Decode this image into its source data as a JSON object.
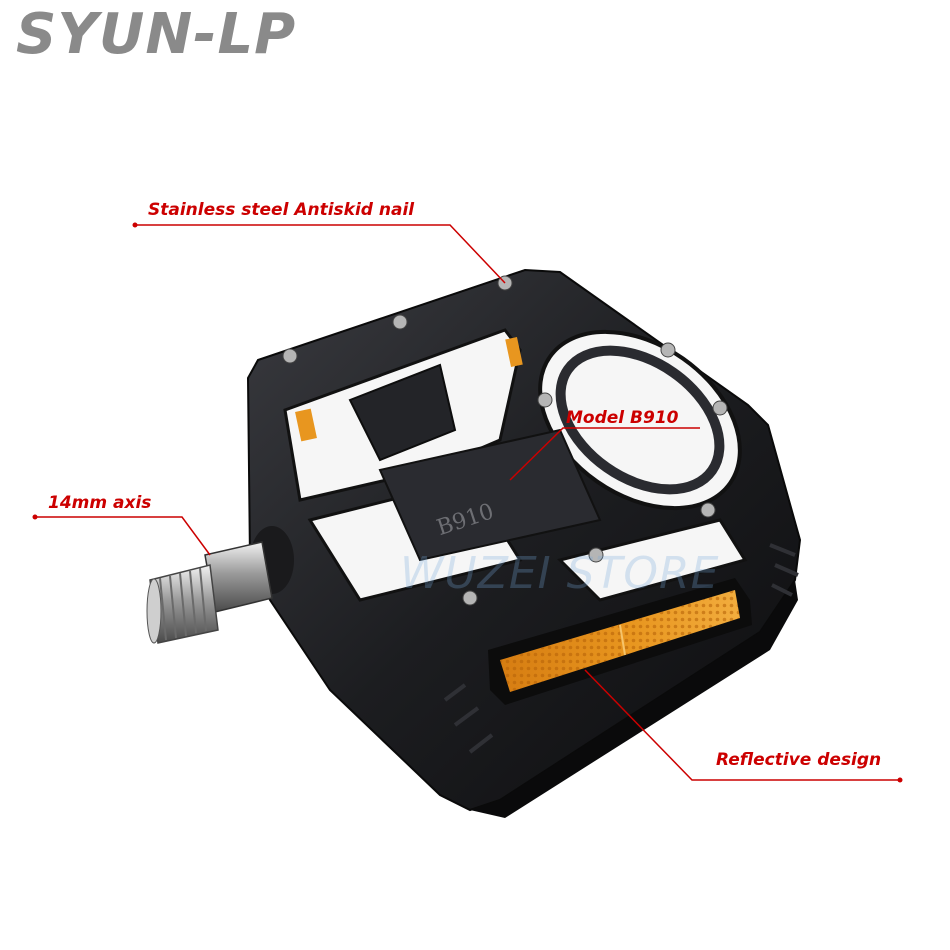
{
  "brand": {
    "title": "SYUN-LP",
    "color": "#8a8a8a"
  },
  "callouts": {
    "nail": "Stainless steel Antiskid nail",
    "model": "Model B910",
    "axis": "14mm axis",
    "reflector": "Reflective design"
  },
  "product": {
    "engraving": "B910",
    "body_color": "#1c1d20",
    "reflector_color": "#e8961f"
  },
  "watermark": "WUZEI STORE",
  "accent_color": "#cc0000"
}
